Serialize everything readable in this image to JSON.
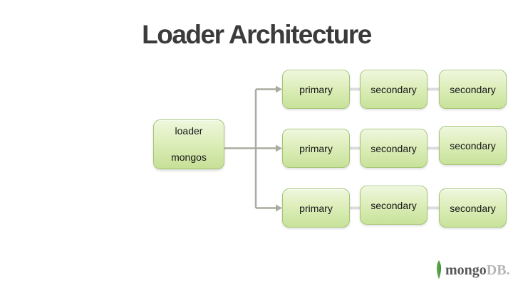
{
  "slide": {
    "title": "Loader Architecture"
  },
  "loader": {
    "line1": "loader",
    "line2": "mongos"
  },
  "rows": [
    {
      "nodes": [
        "primary",
        "secondary",
        "secondary"
      ]
    },
    {
      "nodes": [
        "primary",
        "secondary",
        "secondary"
      ]
    },
    {
      "nodes": [
        "primary",
        "secondary",
        "secondary"
      ]
    }
  ],
  "logo": {
    "text_dark": "mongo",
    "text_light": "DB."
  },
  "colors": {
    "node_fill_top": "#eff7dd",
    "node_fill_bottom": "#c8e29a",
    "node_border": "#a3c573",
    "branch_line": "#a9ac9f",
    "inter_box_connector": "#dcdcdc",
    "title_text": "#3b3b3b",
    "leaf_green": "#4b9b44",
    "logo_dark": "#58585a",
    "logo_light": "#b3b5b7"
  }
}
